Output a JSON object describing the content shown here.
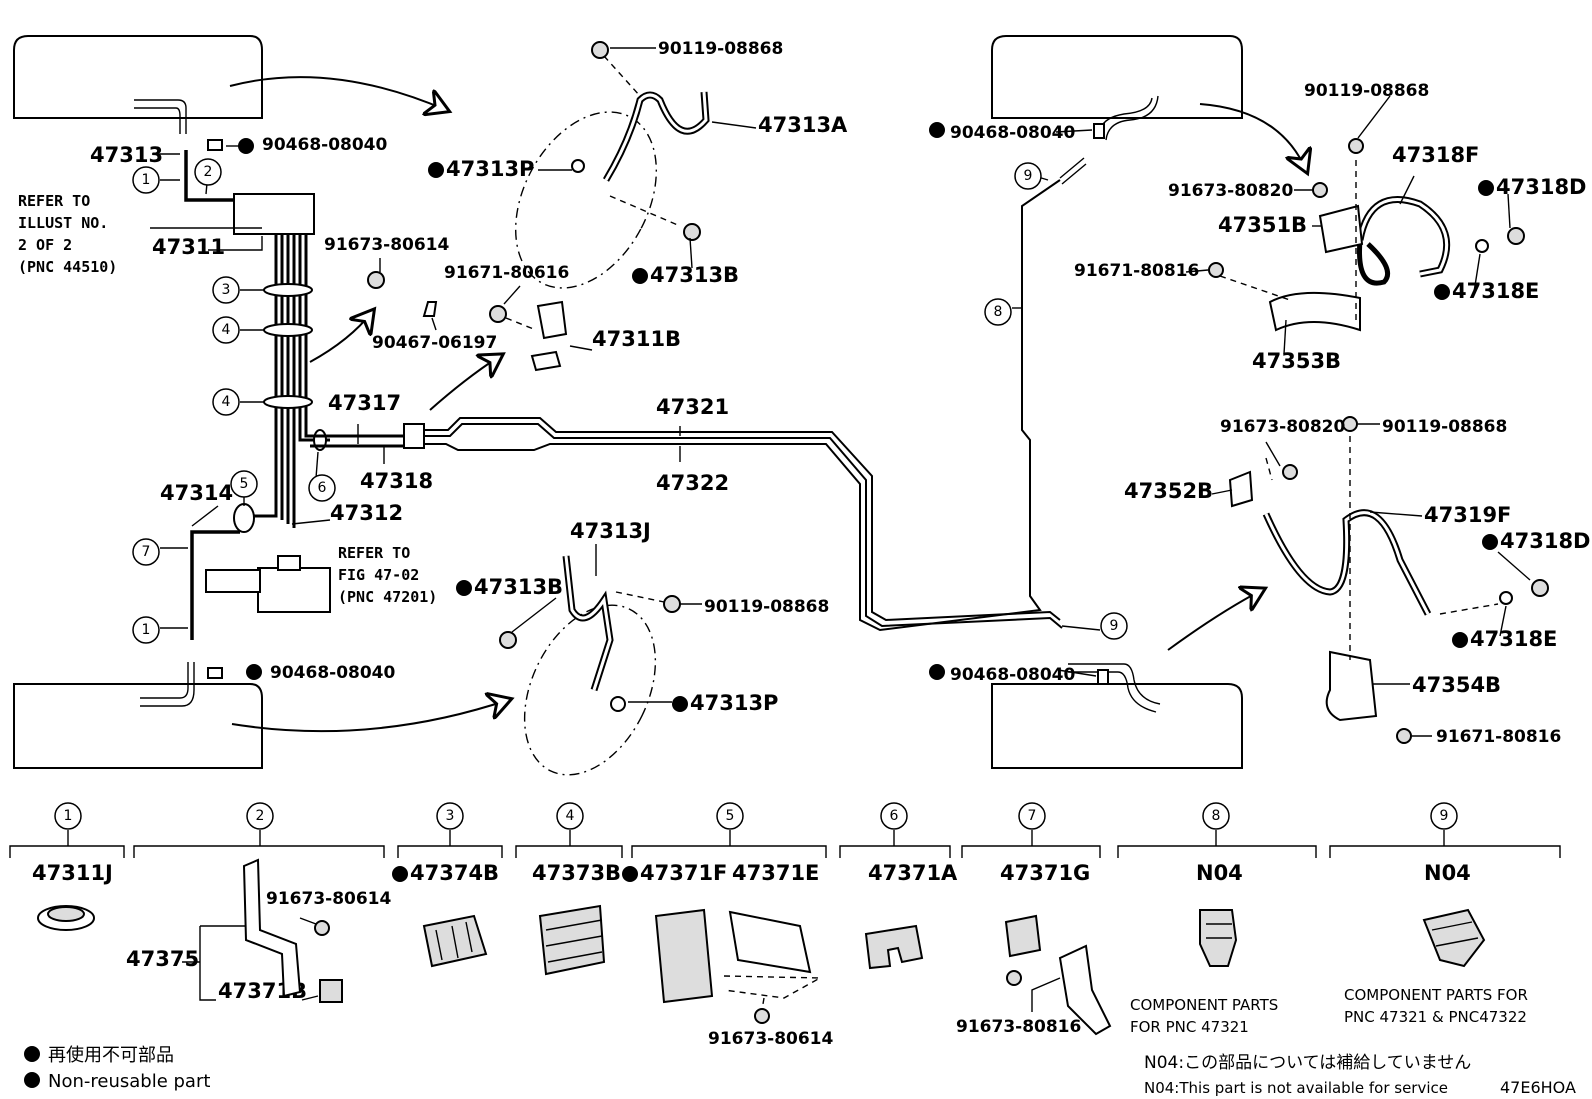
{
  "labels": {
    "p47313": "47313",
    "p90468_tl": "90468-08040",
    "p47311": "47311",
    "ref_l1": "REFER TO",
    "ref_l2": "ILLUST NO.",
    "ref_l3": "2 OF 2",
    "ref_l4": "(PNC 44510)",
    "p91673_80614_a": "91673-80614",
    "p90467": "90467-06197",
    "p91671_80616": "91671-80616",
    "p47311B": "47311B",
    "p90119_a": "90119-08868",
    "p47313A": "47313A",
    "p47313P_a": "47313P",
    "p47313B_a": "47313B",
    "p47317": "47317",
    "p47318": "47318",
    "p47321": "47321",
    "p47322": "47322",
    "p47314": "47314",
    "p47312": "47312",
    "ref2_l1": "REFER TO",
    "ref2_l2": "FIG 47-02",
    "ref2_l3": "(PNC 47201)",
    "p47313J": "47313J",
    "p47313B_b": "47313B",
    "p90119_b": "90119-08868",
    "p47313P_b": "47313P",
    "p90468_bl": "90468-08040",
    "p90468_tr": "90468-08040",
    "p90119_c": "90119-08868",
    "p47318F": "47318F",
    "p91673_80820_a": "91673-80820",
    "p47318D_a": "47318D",
    "p47351B": "47351B",
    "p91671_80816_a": "91671-80816",
    "p47318E_a": "47318E",
    "p47353B": "47353B",
    "p91673_80820_b": "91673-80820",
    "p90119_d": "90119-08868",
    "p47352B": "47352B",
    "p47319F": "47319F",
    "p47318D_b": "47318D",
    "p47318E_b": "47318E",
    "p47354B": "47354B",
    "p91671_80816_b": "91671-80816",
    "p90468_br": "90468-08040"
  },
  "circles": {
    "c1": "1",
    "c2": "2",
    "c3": "3",
    "c4": "4",
    "c5": "5",
    "c6": "6",
    "c7": "7",
    "c8": "8",
    "c9": "9"
  },
  "details": {
    "d1_part": "47311J",
    "d2_a": "91673-80614",
    "d2_b": "47375",
    "d2_c": "47371B",
    "d3_part": "47374B",
    "d4_part": "47373B",
    "d5_a": "47371F",
    "d5_b": "47371E",
    "d5_c": "91673-80614",
    "d6_part": "47371A",
    "d7_a": "47371G",
    "d7_b": "91673-80816",
    "d8_part": "N04",
    "d8_cap1": "COMPONENT PARTS",
    "d8_cap2": "FOR  PNC 47321",
    "d9_part": "N04",
    "d9_cap1": "COMPONENT PARTS FOR",
    "d9_cap2": "PNC 47321 & PNC47322"
  },
  "legend": {
    "jp": "再使用不可部品",
    "en": "Non-reusable part",
    "n04_jp": "N04:この部品については補給していません",
    "n04_en": "N04:This part is not available for service",
    "code": "47E6HOA"
  }
}
